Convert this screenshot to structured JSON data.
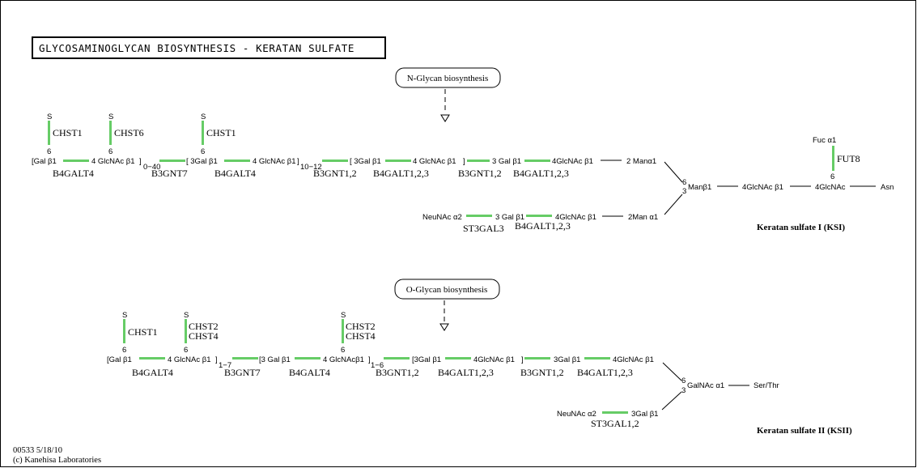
{
  "map": {
    "title": "GLYCOSAMINOGLYCAN  BIOSYNTHESIS - KERATAN  SULFATE",
    "footer_id": "00533 5/18/10",
    "footer_copyright": "(c) Kanehisa Laboratories",
    "enzyme_link_color": "#66cc66",
    "line_color": "#000000"
  },
  "ksi": {
    "pathway_link": "N-Glycan biosynthesis",
    "caption": "Keratan sulfate I (KSI)",
    "residues": {
      "r1": "[Gal  β1",
      "r2": "4 GlcNAc β1",
      "r3": "]",
      "rep1": "0−40",
      "r4": "[ 3Gal β1",
      "r5": "4 GlcNAc β1",
      "r6": "]",
      "rep2": "10−12",
      "r7": "[ 3Gal  β1",
      "r8": "4 GlcNAc β1",
      "r9": "]",
      "r10": "3 Gal  β1",
      "r11": "4GlcNAc β1",
      "r12": "2 Manα1",
      "r13": "Manβ1",
      "r14": "4GlcNAc β1",
      "r15": "4GlcNAc",
      "r16": "Asn",
      "r17": "NeuNAc α2",
      "r18": "3 Gal β1",
      "r19": "4GlcNAc β1",
      "r20": "2Man α1",
      "fuc": "Fuc α1",
      "pos6a": "6",
      "pos3a": "3"
    },
    "genes": {
      "g1": "B4GALT4",
      "g2": "B3GNT7",
      "g3": "B4GALT4",
      "g4": "B3GNT1,2",
      "g5": "B4GALT1,2,3",
      "g6": "B3GNT1,2",
      "g7": "B4GALT1,2,3",
      "g8": "ST3GAL3",
      "g9": "B4GALT1,2,3",
      "g10": "FUT8"
    },
    "sulfations": [
      {
        "s": "S",
        "gene": "CHST1",
        "pos": "6"
      },
      {
        "s": "S",
        "gene": "CHST6",
        "pos": "6"
      },
      {
        "s": "S",
        "gene": "CHST1",
        "pos": "6"
      }
    ],
    "fut_pos": "6"
  },
  "ksii": {
    "pathway_link": "O-Glycan biosynthesis",
    "caption": "Keratan sulfate II (KSII)",
    "residues": {
      "r1": "[Gal  β1",
      "r2": "4 GlcNAc β1",
      "r3": "]",
      "rep1": "1−7",
      "r4": "[3 Gal β1",
      "r5": "4 GlcNAcβ1",
      "r6": "]",
      "rep2": "1−6",
      "r7": "[3Gal  β1",
      "r8": "4GlcNAc β1",
      "r9": "]",
      "r10": "3Gal β1",
      "r11": "4GlcNAc β1",
      "r12": "GalNAc  α1",
      "r13": "Ser/Thr",
      "r14": "NeuNAc α2",
      "r15": "3Gal  β1",
      "pos6": "6",
      "pos3": "3"
    },
    "genes": {
      "g1": "B4GALT4",
      "g2": "B3GNT7",
      "g3": "B4GALT4",
      "g4": "B3GNT1,2",
      "g5": "B4GALT1,2,3",
      "g6": "B3GNT1,2",
      "g7": "B4GALT1,2,3",
      "g8": "ST3GAL1,2"
    },
    "sulfations": [
      {
        "s": "S",
        "gene": "CHST1",
        "pos": "6"
      },
      {
        "s": "S",
        "gene_a": "CHST2",
        "gene_b": "CHST4",
        "pos": "6"
      },
      {
        "s": "S",
        "gene_a": "CHST2",
        "gene_b": "CHST4",
        "pos": "6"
      }
    ]
  }
}
